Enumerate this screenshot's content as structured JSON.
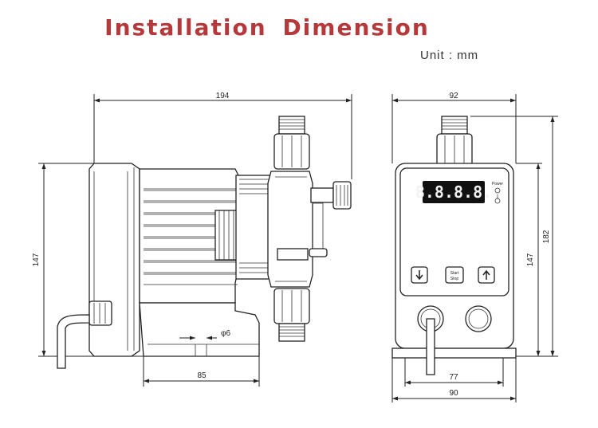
{
  "title": "Installation  Dimension",
  "unit": "Unit : mm",
  "colors": {
    "title": "#b5383a",
    "line": "#222222",
    "display_bg": "#111111"
  },
  "dimensions": {
    "side_width": "194",
    "side_height": "147",
    "base_length": "85",
    "hole_diameter": "φ6",
    "front_width_top": "92",
    "front_height_inner": "147",
    "front_height_total": "182",
    "base_hole_spacing": "77",
    "base_width": "90"
  },
  "panel": {
    "display": "8.8.8.8.",
    "power_label": "Power",
    "buttons": [
      {
        "icon": "arrow-down-icon"
      },
      {
        "icon": "start-stop-icon",
        "label": "Start Stop"
      },
      {
        "icon": "arrow-up-icon"
      }
    ]
  }
}
